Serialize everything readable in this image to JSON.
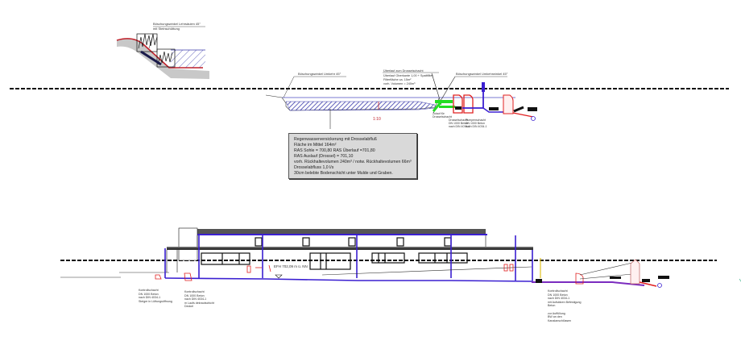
{
  "drawing": {
    "type": "Entwässerungsschnitt / Regenwasserversickerung",
    "top_detail": {
      "label_line1": "Böschungswinkel Lehrsäulen 45°",
      "label_line2": "mit Steinschüttung"
    },
    "upper_section": {
      "slope_label_left": "Böschungswinkel Umkehr 45°",
      "overflow_label": {
        "line1": "Überlauf zum Drosselschacht",
        "line2": "Überlauf Oberkante 1,00 + Spaltfilter",
        "line3": "Filterfläche ca. 15m²",
        "line4": "vorh. Volumen = 240m³"
      },
      "slope_label_right": "Böschungswinkel Umkehrwinkel 45°",
      "slope_ratio": "1:10",
      "inlet_label": {
        "line1": "Zulauf für",
        "line2": "Drosselschacht"
      },
      "throttle_shaft_label": {
        "line1": "Drosselschacht",
        "line2": "DN 1000 Beton",
        "line3": "nach DIN 4034-1"
      },
      "pump_shaft_label": {
        "line1": "Pumpenschacht",
        "line2": "DN 1000 Beton",
        "line3": "nach DIN 4034-1"
      }
    },
    "info_box": {
      "lines": [
        "Regenwasserversickerung mit Drosselabfluß",
        "Fläche im Mittel 164m²",
        "RAS Sohle = 700,80 RAS Überlauf =701,80",
        "RAS Auslauf (Drossel) = 701,10",
        "vorh. Rückhaltevolumen 240m³ / notw. Rückhaltevolumen 66m³",
        "Drosselabfluss 1,0 l/s",
        "30cm belebte Bodenschicht unter Mulde und Graben."
      ]
    },
    "building_section": {
      "elevation_label": "EFH 702,09 m ü. NN",
      "notes": [
        {
          "lines": [
            "Kontrollschacht",
            "DN 1000 Beton",
            "nach DIN 4034-1",
            "Steiger in Lüftungsöffnung"
          ]
        },
        {
          "lines": [
            "Kontrollschacht",
            "DN 1000 Beton",
            "nach DIN 4034-1",
            "m Laufs dekrautschicht",
            "Deckel"
          ]
        },
        {
          "lines": [
            "Kontrollschacht",
            "DN 1000 Beton",
            "nach DIN 4034-1",
            "mit Aufsätzen Befestigung",
            "Beton",
            "",
            "zur Auffüllung",
            "BW an den",
            "Kanalanschlüssen"
          ]
        }
      ]
    },
    "colors": {
      "pipe_blue": "#3a1fd1",
      "pipe_purple": "#7b2cbf",
      "shaft_red": "#e02020",
      "overflow_green": "#22dd22",
      "hatch_blue": "#3a3aaa",
      "roof_grey": "#555555",
      "ground_red": "#c0202a",
      "yellow_pipe": "#e0c020"
    }
  }
}
